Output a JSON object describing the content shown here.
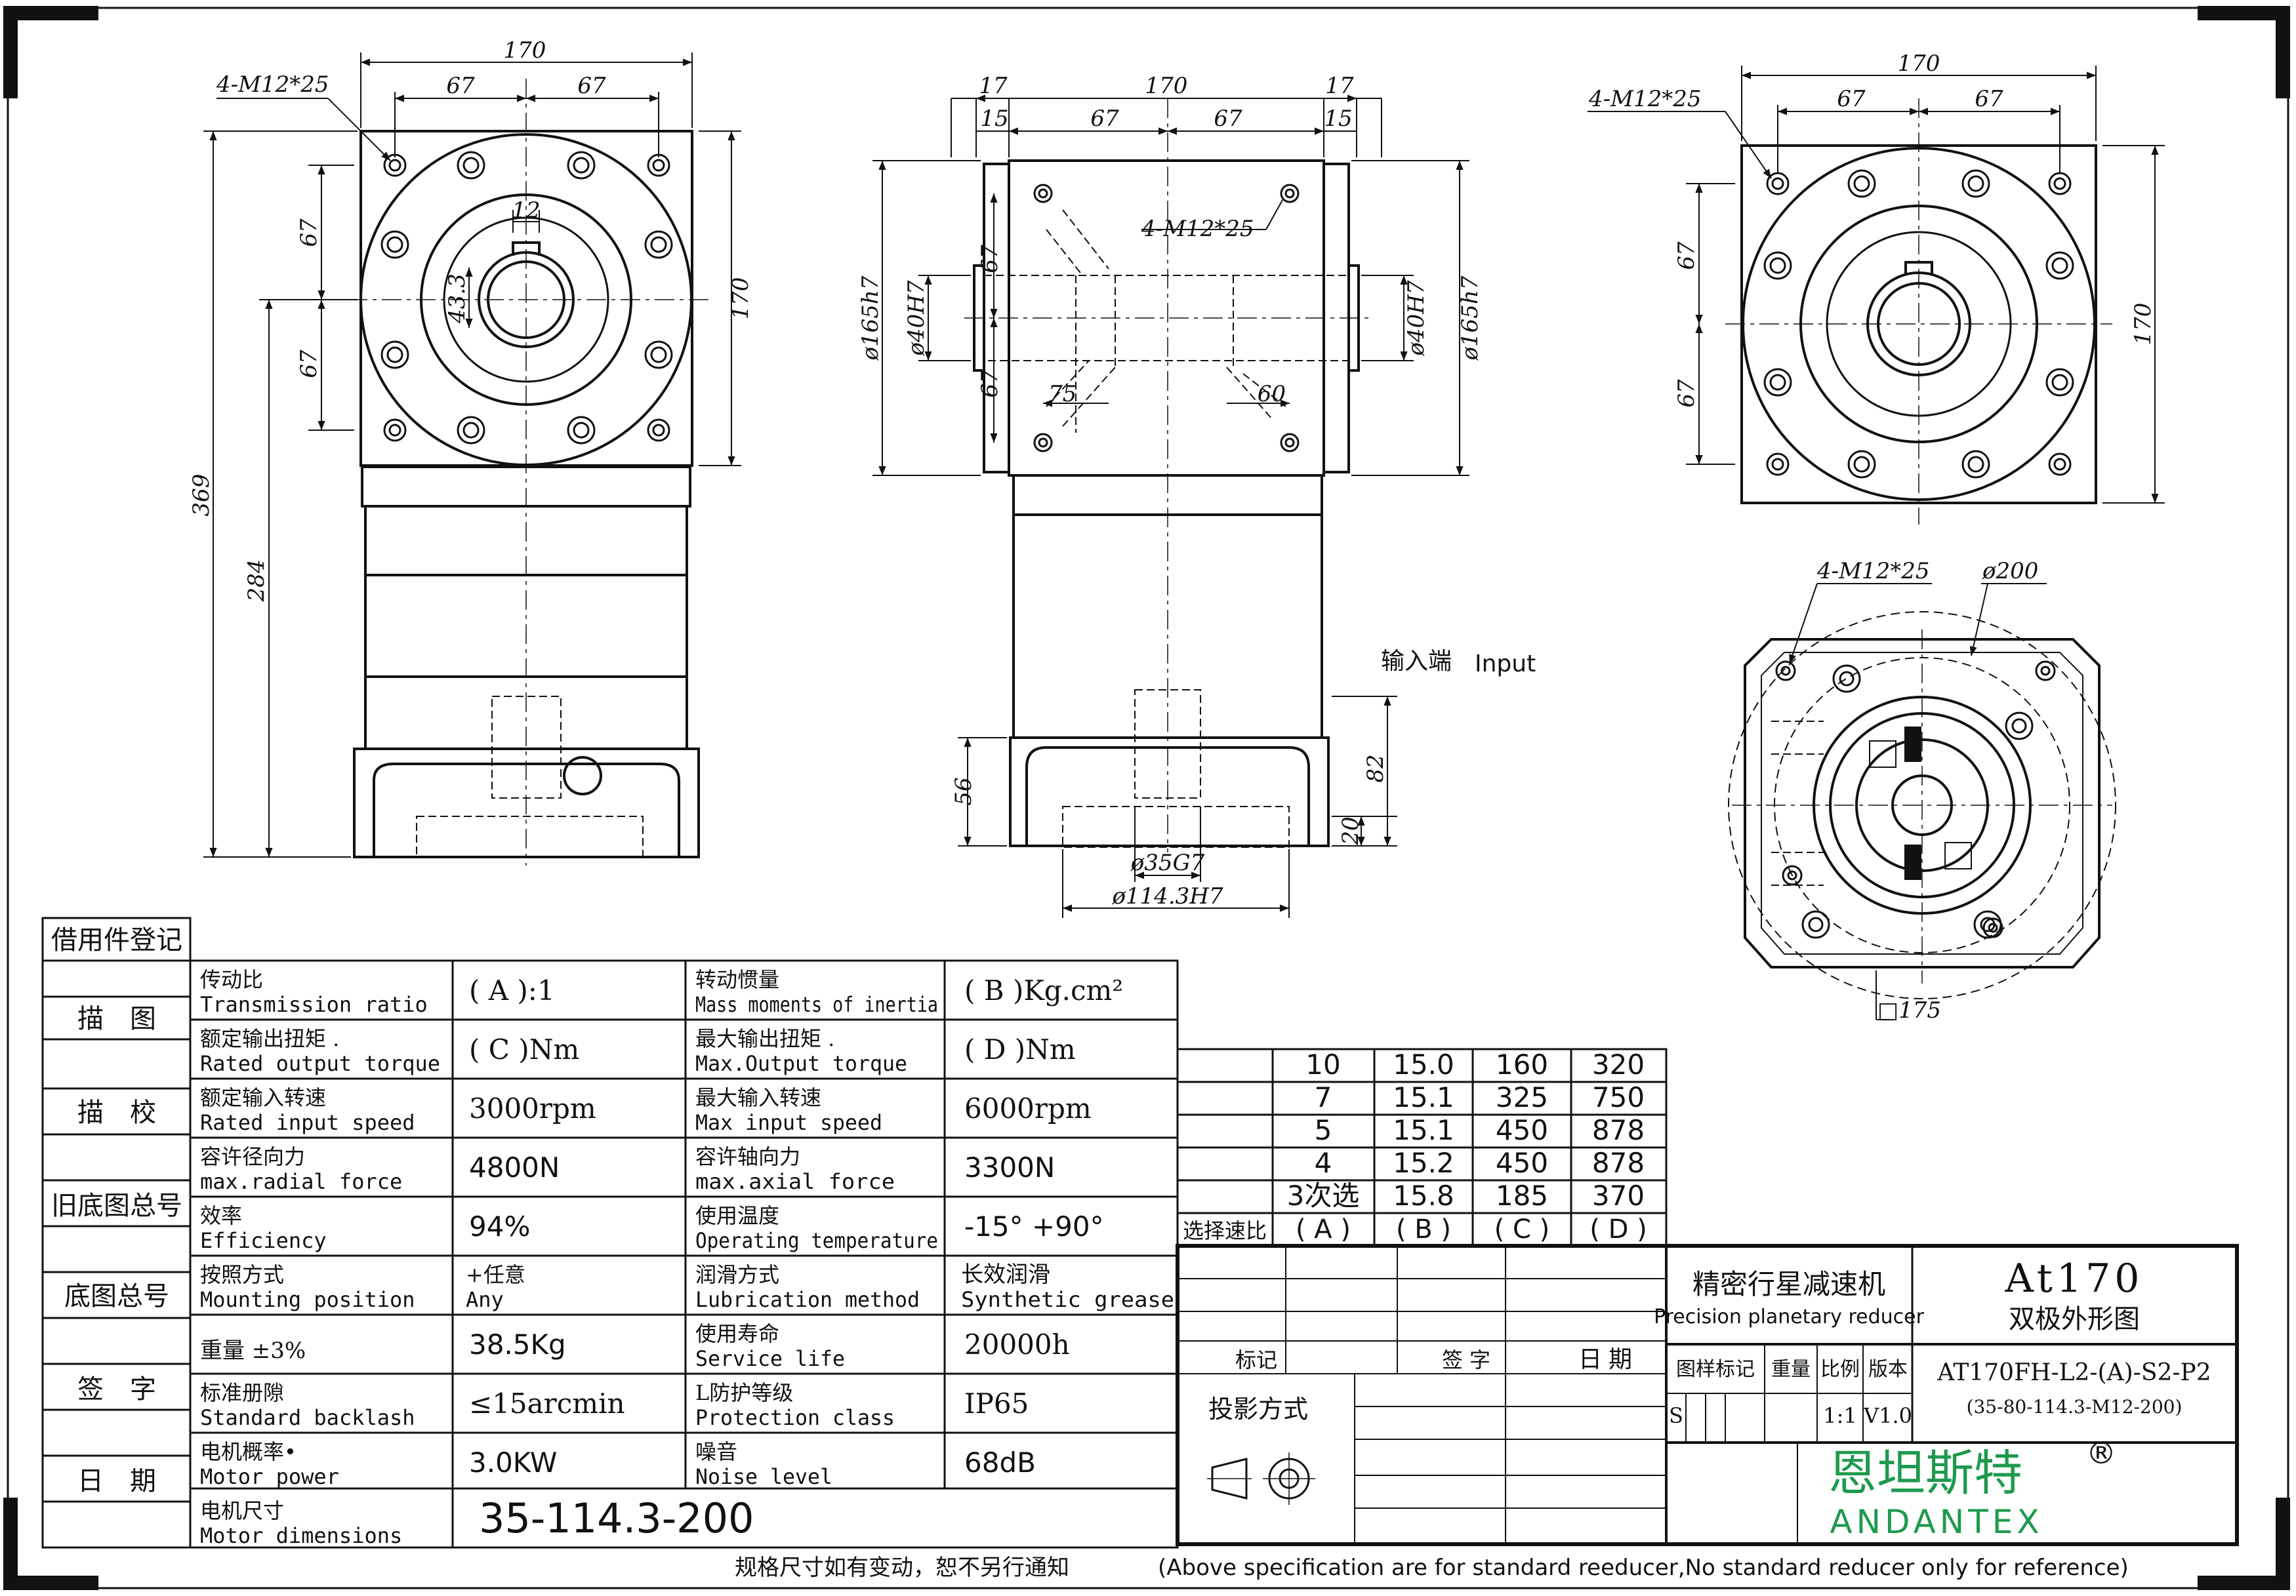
{
  "views": {
    "left": {
      "bolts": "4-M12*25",
      "dim_170": "170",
      "dim_67a": "67",
      "dim_67b": "67",
      "dim_12": "12",
      "dim_43_3": "43.3",
      "dim_v67a": "67",
      "dim_v67b": "67",
      "dim_v170": "170",
      "dim_369": "369",
      "dim_284": "284"
    },
    "middle": {
      "dim_17a": "17",
      "dim_170": "170",
      "dim_17b": "17",
      "dim_15a": "15",
      "dim_67a": "67",
      "dim_67b": "67",
      "dim_15b": "15",
      "bolts": "4-M12*25",
      "dim_165_left": "ø165h7",
      "dim_40_left": "ø40H7",
      "dim_40_right": "ø40H7",
      "dim_165_right": "ø165h7",
      "dim_v67a": "67",
      "dim_v67b": "67",
      "dim_75": "75",
      "dim_60": "60",
      "dim_56": "56",
      "dim_82": "82",
      "dim_20": "20",
      "dim_35": "ø35G7",
      "dim_114": "ø114.3H7",
      "input_label_cn": "输入端",
      "input_label_en": "Input"
    },
    "right": {
      "dim_170": "170",
      "bolts": "4-M12*25",
      "dim_67a": "67",
      "dim_67b": "67",
      "dim_v67a": "67",
      "dim_v67b": "67",
      "dim_v170": "170"
    },
    "flange": {
      "bolts": "4-M12*25",
      "pcd": "ø200",
      "square": "□175"
    }
  },
  "sidebar": {
    "header": "借用件登记",
    "rows": [
      "描　图",
      "描　校",
      "旧底图总号",
      "底图总号",
      "签　字",
      "日　期"
    ]
  },
  "specs": [
    {
      "l_cn": "传动比",
      "l_en": "Transmission ratio",
      "l_val": "( A ):1",
      "r_cn": "转动惯量",
      "r_en": "Mass moments of inertia",
      "r_val": "( B )Kg.cm²"
    },
    {
      "l_cn": "额定输出扭矩  .",
      "l_en": "Rated output torque",
      "l_val": "( C )Nm",
      "r_cn": "最大输出扭矩  .",
      "r_en": "Max.Output torque",
      "r_val": "( D )Nm"
    },
    {
      "l_cn": "额定输入转速",
      "l_en": "Rated input speed",
      "l_val": "3000rpm",
      "r_cn": "最大输入转速",
      "r_en": "Max input speed",
      "r_val": "6000rpm"
    },
    {
      "l_cn": "容许径向力",
      "l_en": "max.radial force",
      "l_val": "4800N",
      "r_cn": "容许轴向力",
      "r_en": "max.axial  force",
      "r_val": "3300N"
    },
    {
      "l_cn": "效率",
      "l_en": "Efficiency",
      "l_val": "94%",
      "r_cn": "使用温度",
      "r_en": "Operating temperature",
      "r_val": "-15° +90°"
    },
    {
      "l_cn": "按照方式",
      "l_en": "Mounting position",
      "l_val_cn": "+任意",
      "l_val": "Any",
      "r_cn": "润滑方式",
      "r_en": "Lubrication method",
      "r_val_cn": "长效润滑",
      "r_val": "Synthetic grease"
    },
    {
      "l_cn": "重量 ±3%",
      "l_en": "",
      "l_val": "38.5Kg",
      "r_cn": "使用寿命",
      "r_en": "Service life",
      "r_val": "20000h"
    },
    {
      "l_cn": "标准册隙",
      "l_en": "Standard backlash",
      "l_val": "≤15arcmin",
      "r_cn": "L防护等级",
      "r_en": "Protection class",
      "r_val": "IP65"
    },
    {
      "l_cn": "电机概率•",
      "l_en": "Motor power",
      "l_val": "3.0KW",
      "r_cn": "噪音",
      "r_en": "Noise level",
      "r_val": "68dB"
    },
    {
      "l_cn": "电机尺寸",
      "l_en": "Motor dimensions",
      "l_val": "35-114.3-200"
    }
  ],
  "ratio_table": {
    "rows": [
      [
        "10",
        "15.0",
        "160",
        "320"
      ],
      [
        "7",
        "15.1",
        "325",
        "750"
      ],
      [
        "5",
        "15.1",
        "450",
        "878"
      ],
      [
        "4",
        "15.2",
        "450",
        "878"
      ],
      [
        "3次选",
        "15.8",
        "185",
        "370"
      ]
    ],
    "footer_label": "选择速比",
    "footer": [
      "( A )",
      "( B )",
      "( C )",
      "( D )"
    ]
  },
  "title_block": {
    "product_cn": "精密行星减速机",
    "product_en": "Precision planetary reducer",
    "model": "At170",
    "model_sub": "双极外形图",
    "col_mark": "标记",
    "col_sign": "签字",
    "col_date": "日期",
    "projection": "投影方式",
    "hdr": [
      "图样标记",
      "重量",
      "比例",
      "版本"
    ],
    "val_s": "S",
    "val_scale": "1:1",
    "val_ver": "V1.0",
    "code": "AT170FH-L2-(A)-S2-P2",
    "code_sub": "(35-80-114.3-M12-200)",
    "brand_cn": "恩坦斯特",
    "brand_en": "ANDANTEX",
    "registered": "®"
  },
  "footer_note_cn": "规格尺寸如有变动，恕不另行通知",
  "footer_note_en": "(Above specification are for standard reeducer,No standard reducer only for reference)",
  "colors": {
    "brand": "#1e9a4e",
    "ink": "#111111"
  }
}
